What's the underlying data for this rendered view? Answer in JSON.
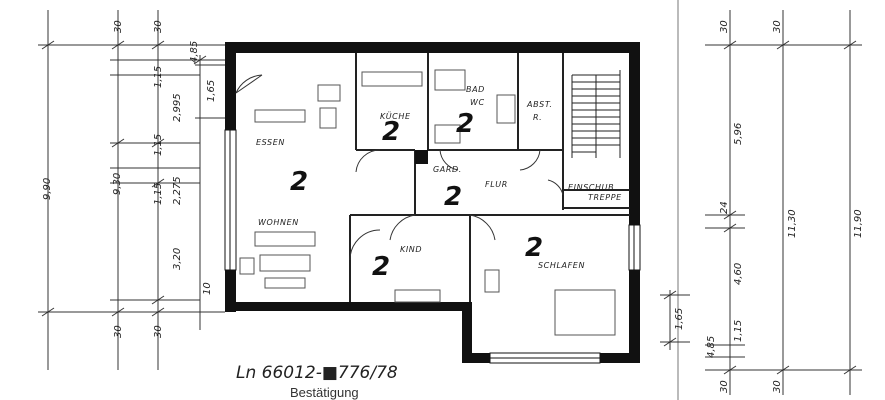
{
  "dimensions": {
    "left_top": [
      "30",
      "30"
    ],
    "left_bottom": [
      "30",
      "30"
    ],
    "left_overall": "9,90",
    "left_inner": "9,30",
    "left_small_top": "4,85",
    "left_door_height": "1,65",
    "left_seg": [
      "1,15",
      "2,995",
      "1,15",
      "2,275",
      "1,15",
      "3,20",
      "10"
    ],
    "right_top": [
      "30",
      "30"
    ],
    "right_bottom": [
      "30",
      "30"
    ],
    "right_overall": "11,90",
    "right_inner": "11,30",
    "right_seg": [
      "5,96",
      "24",
      "4,60",
      "1,15",
      "4,85"
    ],
    "right_small": "1,65"
  },
  "rooms": {
    "essen": "ESSEN",
    "wohnen": "WOHNEN",
    "kueche": "KÜCHE",
    "bad": "BAD",
    "wc": "WC",
    "abst": "ABST.",
    "abst_r": "R.",
    "gard": "GARD.",
    "flur": "FLUR",
    "einschub": "EINSCHUB",
    "treppe": "TREPPE",
    "kind": "KIND",
    "schlafen": "SCHLAFEN"
  },
  "room_counts": {
    "wohnen_essen": "2",
    "kueche": "2",
    "bad": "2",
    "flur": "2",
    "kind": "2",
    "schlafen": "2"
  },
  "annotation": "Ln 66012-■776/78",
  "stamp": "Bestätigung"
}
